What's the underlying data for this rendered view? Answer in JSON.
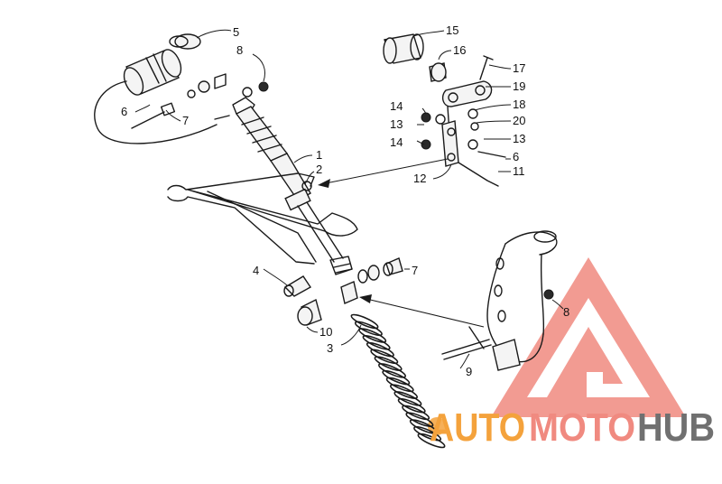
{
  "diagram": {
    "callouts": [
      "5",
      "8",
      "6",
      "7",
      "1",
      "2",
      "4",
      "10",
      "3",
      "15",
      "16",
      "17",
      "19",
      "18",
      "20",
      "14",
      "13",
      "13",
      "14",
      "6",
      "11",
      "12",
      "7",
      "8",
      "9"
    ]
  },
  "watermark": {
    "text_a": "AUTO",
    "text_b": "MOTO",
    "text_c": "HUB",
    "color_main": "#f08a80",
    "color_dark": "#707070",
    "color_accent": "#f4a23c"
  }
}
